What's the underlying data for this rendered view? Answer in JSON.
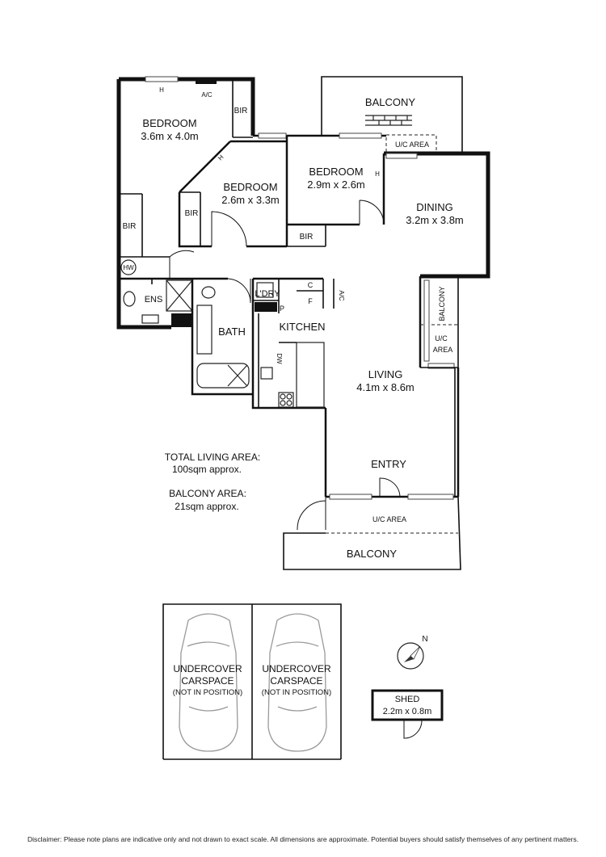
{
  "rooms": {
    "bedroom1": {
      "name": "BEDROOM",
      "size": "3.6m x 4.0m"
    },
    "bedroom2": {
      "name": "BEDROOM",
      "size": "2.6m x 3.3m"
    },
    "bedroom3": {
      "name": "BEDROOM",
      "size": "2.9m x 2.6m"
    },
    "dining": {
      "name": "DINING",
      "size": "3.2m x 3.8m"
    },
    "living": {
      "name": "LIVING",
      "size": "4.1m x 8.6m"
    },
    "kitchen": {
      "name": "KITCHEN"
    },
    "bath": {
      "name": "BATH"
    },
    "ens": {
      "name": "ENS"
    },
    "ldry": {
      "name": "L'DRY"
    },
    "entry": {
      "name": "ENTRY"
    },
    "balcony_top": {
      "name": "BALCONY"
    },
    "balcony_side": {
      "name": "BALCONY"
    },
    "balcony_bottom": {
      "name": "BALCONY"
    }
  },
  "small_labels": {
    "bir_bed1": "BIR",
    "bir_left": "BIR",
    "bir_bed2": "BIR",
    "bir_bed3": "BIR",
    "hw": "HW",
    "ac_top": "A/C",
    "h_top": "H",
    "h_bed2": "H",
    "h_bed3": "H",
    "uc_top": "U/C AREA",
    "uc_side": "U/C AREA",
    "uc_bottom": "U/C AREA",
    "c": "C",
    "f": "F",
    "p": "P",
    "ac_kitchen": "A/C",
    "dw": "DW"
  },
  "areas": {
    "total_heading": "TOTAL LIVING AREA:",
    "total_value": "100sqm approx.",
    "balcony_heading": "BALCONY AREA:",
    "balcony_value": "21sqm approx."
  },
  "carspaces": [
    {
      "title": "UNDERCOVER CARSPACE",
      "note": "(NOT IN POSITION)"
    },
    {
      "title": "UNDERCOVER CARSPACE",
      "note": "(NOT IN POSITION)"
    }
  ],
  "shed": {
    "name": "SHED",
    "size": "2.2m x 0.8m"
  },
  "compass": {
    "north_label": "N"
  },
  "disclaimer": "Disclaimer: Please note plans are indicative only and not drawn to exact scale. All dimensions are approximate. Potential buyers should satisfy themselves of any pertinent matters."
}
